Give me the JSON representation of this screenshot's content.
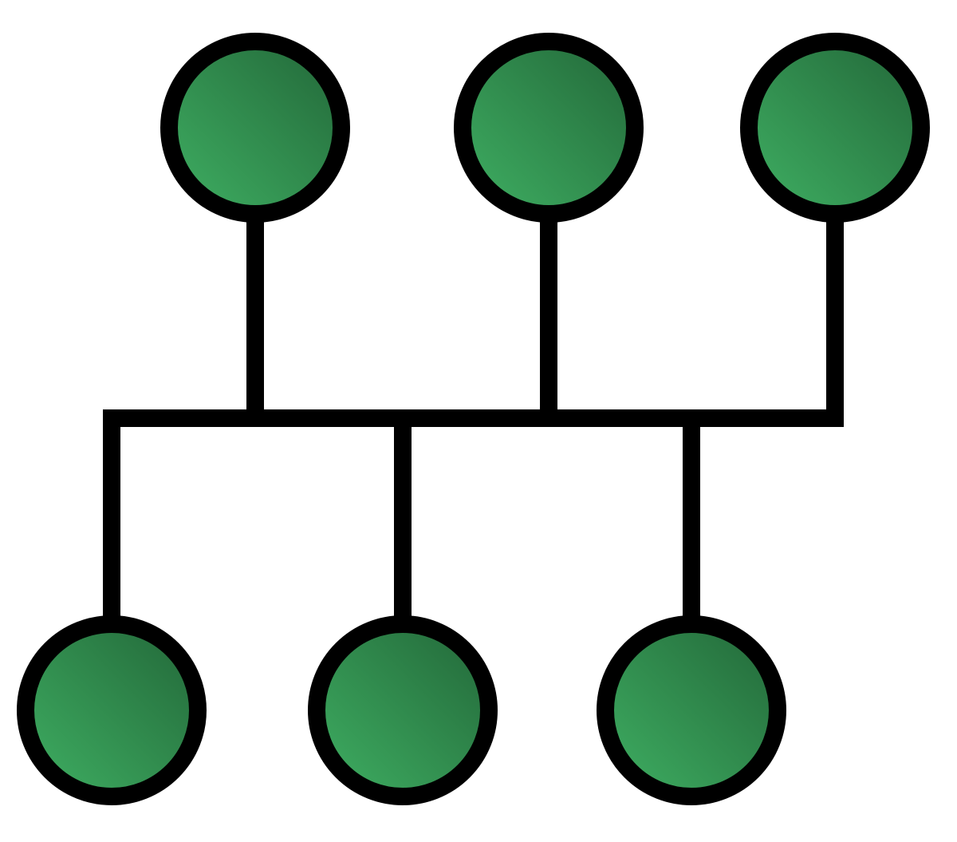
{
  "diagram": {
    "type": "bus-topology",
    "nodes": [
      {
        "id": "node-top-1",
        "row": "top"
      },
      {
        "id": "node-top-2",
        "row": "top"
      },
      {
        "id": "node-top-3",
        "row": "top"
      },
      {
        "id": "node-bottom-1",
        "row": "bottom"
      },
      {
        "id": "node-bottom-2",
        "row": "bottom"
      },
      {
        "id": "node-bottom-3",
        "row": "bottom"
      }
    ],
    "edges": [
      {
        "from": "node-top-1",
        "to": "bus"
      },
      {
        "from": "node-top-2",
        "to": "bus"
      },
      {
        "from": "node-top-3",
        "to": "bus"
      },
      {
        "from": "node-bottom-1",
        "to": "bus"
      },
      {
        "from": "node-bottom-2",
        "to": "bus"
      },
      {
        "from": "node-bottom-3",
        "to": "bus"
      }
    ],
    "colors": {
      "line": "#000000",
      "node_fill_light": "#3fb063",
      "node_fill_dark": "#226638",
      "background": "#ffffff"
    }
  }
}
